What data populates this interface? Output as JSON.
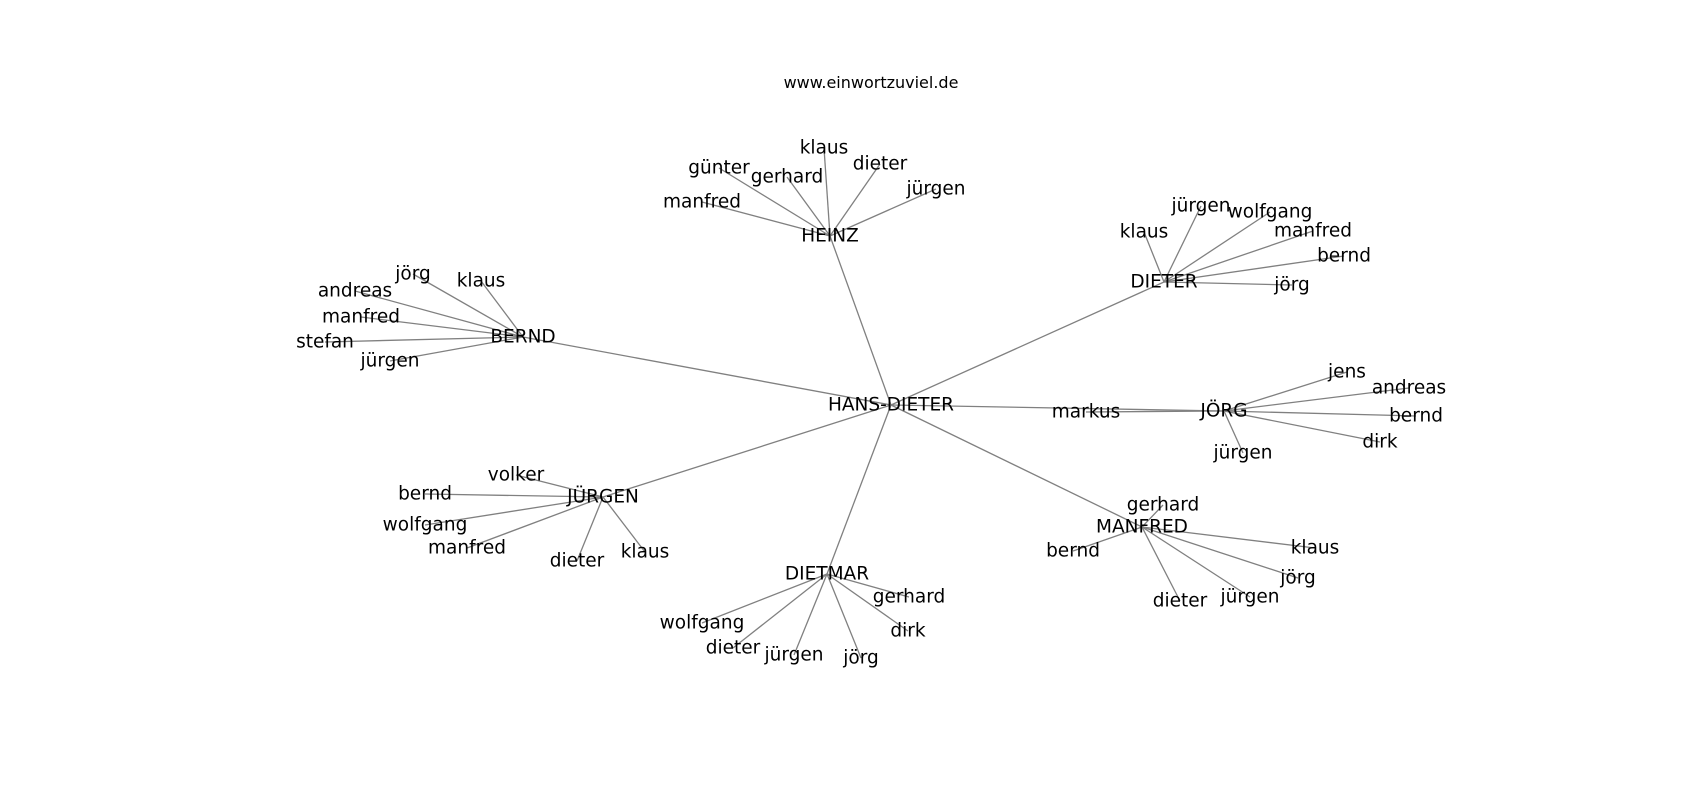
{
  "title": "www.einwortzuviel.de",
  "colors": {
    "background": "#ffffff",
    "edge": "#808080",
    "text": "#000000"
  },
  "graph": {
    "root": "HANS-DIETER",
    "clusters": [
      {
        "hub": "HEINZ",
        "leaves": [
          "klaus",
          "günter",
          "gerhard",
          "dieter",
          "jürgen",
          "manfred"
        ]
      },
      {
        "hub": "DIETER",
        "leaves": [
          "jürgen",
          "wolfgang",
          "klaus",
          "manfred",
          "bernd",
          "jörg"
        ]
      },
      {
        "hub": "BERND",
        "leaves": [
          "jörg",
          "klaus",
          "andreas",
          "manfred",
          "stefan",
          "jürgen"
        ]
      },
      {
        "hub": "JÖRG",
        "leaves": [
          "jens",
          "andreas",
          "markus",
          "bernd",
          "dirk",
          "jürgen"
        ]
      },
      {
        "hub": "JÜRGEN",
        "leaves": [
          "volker",
          "bernd",
          "wolfgang",
          "manfred",
          "dieter",
          "klaus"
        ]
      },
      {
        "hub": "MANFRED",
        "leaves": [
          "gerhard",
          "bernd",
          "klaus",
          "jörg",
          "jürgen",
          "dieter"
        ]
      },
      {
        "hub": "DIETMAR",
        "leaves": [
          "gerhard",
          "wolfgang",
          "dirk",
          "dieter",
          "jürgen",
          "jörg"
        ]
      }
    ]
  }
}
